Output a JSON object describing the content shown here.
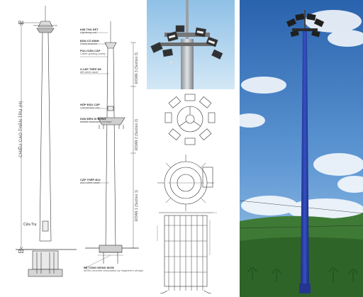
{
  "elevation": {
    "d1": "D1",
    "d2": "D2",
    "door": "Cửa Trụ",
    "height": "CHIỀU CAO THÂN TRỤ (H)"
  },
  "callouts": [
    {
      "vi": "KIM THU SÉT",
      "en": "Lightning rod"
    },
    {
      "vi": "ĐÀN CỐ ĐỊNH",
      "en": "Fixed bracket"
    },
    {
      "vi": "PULI DẪN CÁP",
      "en": "Cable guiding pulley"
    },
    {
      "vi": "3 CÁP THÉP Ø6",
      "en": "Ø6 steel cable"
    },
    {
      "vi": "HỘP ĐẤU CÁP",
      "en": "Connection box"
    },
    {
      "vi": "DÀN ĐÈN DI ĐỘNG",
      "en": "Mobile luminaire carriage"
    },
    {
      "vi": "CÁP THÉP Ø12",
      "en": "Ø12 steel cable"
    }
  ],
  "sections": {
    "s3": "ĐOẠN 3 (Section 3)",
    "s2": "ĐOẠN 2 (Section 2)",
    "s1": "ĐOẠN 1 (Section 1)"
  },
  "foundation": {
    "vi": "BỆ TỐNG MÓNG M250",
    "en": "M250 concrete foundation by engineer's design"
  },
  "colors": {
    "sky_top": "#2f6fb5",
    "sky_bottom": "#9cc4e6",
    "pole_blue": "#2a3fa0",
    "hills": "#3e7a35",
    "line_drawing": "#333333"
  }
}
